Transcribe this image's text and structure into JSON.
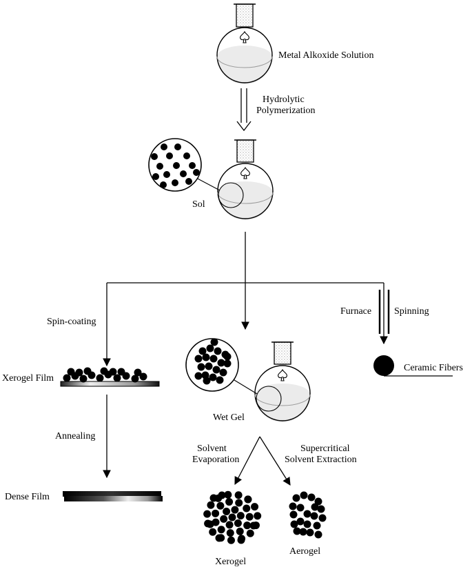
{
  "labels": {
    "metal_alkoxide": "Metal Alkoxide Solution",
    "hydrolytic_line1": "Hydrolytic",
    "hydrolytic_line2": "Polymerization",
    "sol": "Sol",
    "spin_coating": "Spin-coating",
    "furnace": "Furnace",
    "spinning": "Spinning",
    "xerogel_film": "Xerogel Film",
    "ceramic_fibers": "Ceramic Fibers",
    "wet_gel": "Wet Gel",
    "annealing": "Annealing",
    "solvent_evap_line1": "Solvent",
    "solvent_evap_line2": "Evaporation",
    "supercritical_line1": "Supercritical",
    "supercritical_line2": "Solvent Extraction",
    "dense_film": "Dense Film",
    "xerogel": "Xerogel",
    "aerogel": "Aerogel"
  },
  "colors": {
    "ink": "#000000",
    "liquid": "#ebebeb",
    "neck_fill": "#d9d9d9"
  }
}
